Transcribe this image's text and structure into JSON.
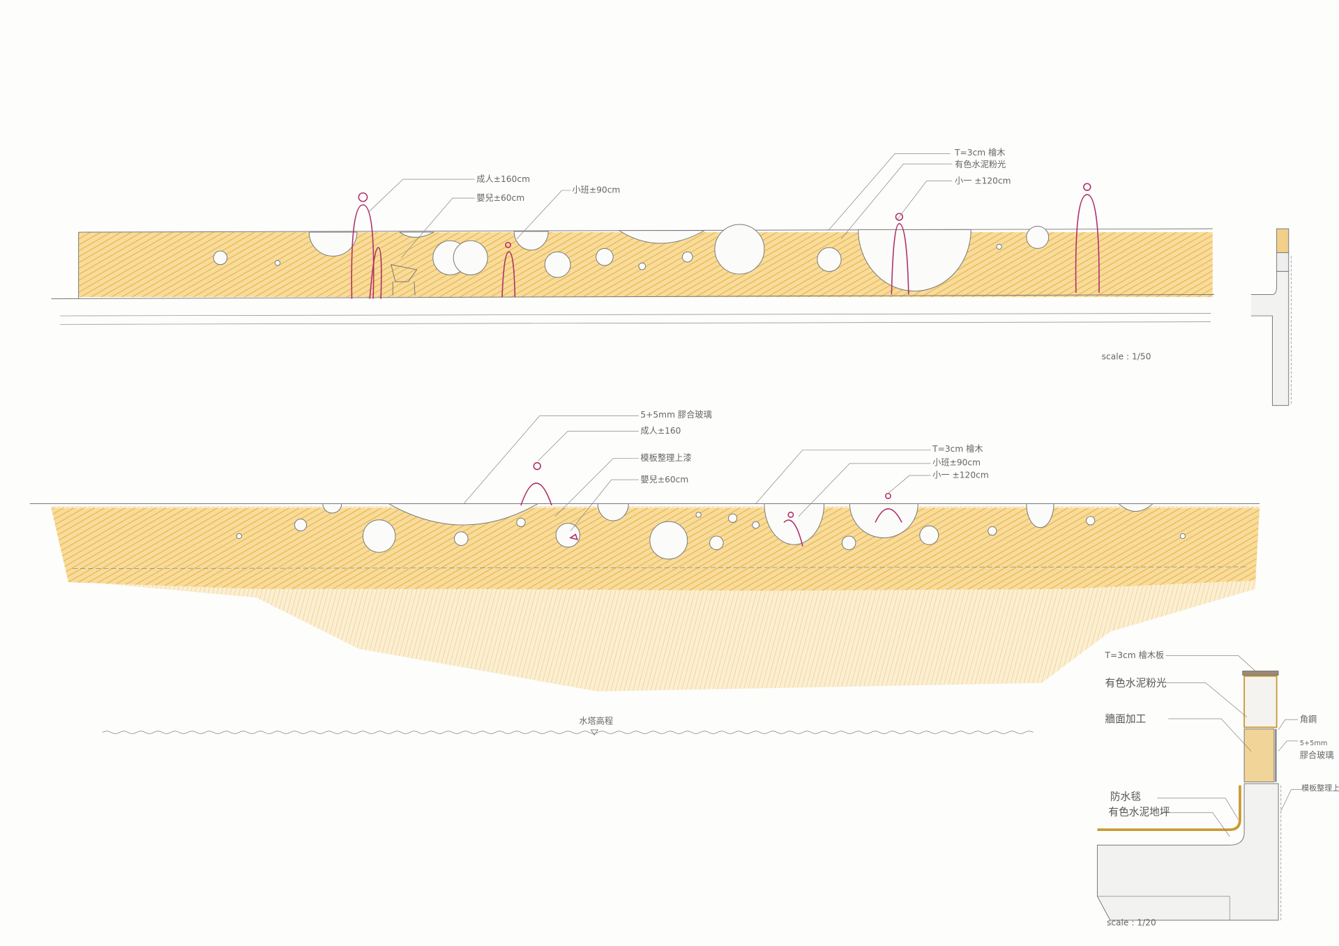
{
  "elevation": {
    "labels": {
      "adult": "成人±160cm",
      "infant": "嬰兒±60cm",
      "kid": "小班±90cm",
      "wood": "T=3cm 檜木",
      "cement": "有色水泥粉光",
      "grade1": "小一 ±120cm"
    },
    "scale": "scale : 1/50"
  },
  "plan": {
    "labels": {
      "glass": "5+5mm 膠合玻璃",
      "adult": "成人±160",
      "formwork": "模板整理上漆",
      "infant": "嬰兒±60cm",
      "wood": "T=3cm 檜木",
      "kid": "小班±90cm",
      "grade1": "小一 ±120cm"
    },
    "water_level": "水塔高程"
  },
  "detail": {
    "labels": {
      "wood_board": "T=3cm 檜木板",
      "cement": "有色水泥粉光",
      "finish": "牆面加工",
      "angle_steel": "角鋼",
      "glass_thk": "5+5mm",
      "glass": "膠合玻璃",
      "formwork": "模板整理上漆",
      "waterproof": "防水毯",
      "floor": "有色水泥地坪"
    },
    "scale": "scale : 1/20"
  },
  "colors": {
    "wood": "#f2c25a",
    "figure": "#b0306a"
  }
}
